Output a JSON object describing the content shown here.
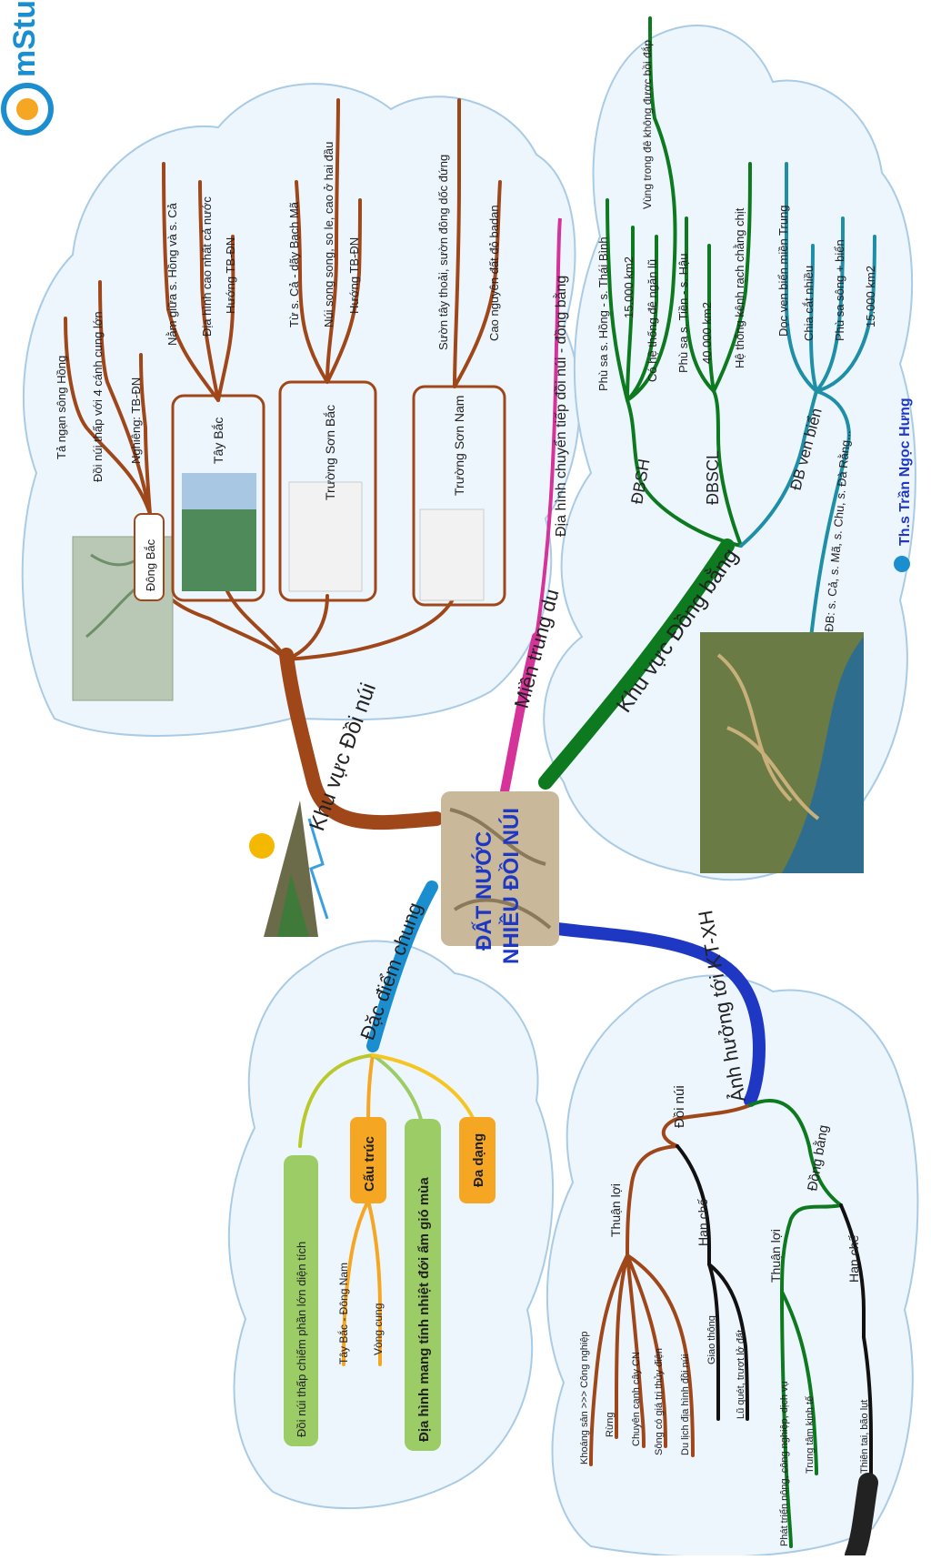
{
  "logo": {
    "text": "mStu"
  },
  "watermark": {
    "author": "Th.s Trần Ngọc Hưng"
  },
  "center": {
    "line1": "ĐẤT NƯỚC",
    "line2": "NHIỀU ĐỒI NÚI"
  },
  "branches": {
    "doi_nui": {
      "label": "Khu vực Đồi núi",
      "dong_bac": {
        "label": "Đông Bắc",
        "leaves": [
          "Tả ngạn sông Hồng",
          "Đồi núi thấp với 4 cánh cung lớn",
          "Nghiêng: TB-ĐN"
        ]
      },
      "tay_bac": {
        "label": "Tây Bắc",
        "leaves": [
          "Nằm giữa s. Hồng và s. Cả",
          "Địa hình cao nhất cả nước",
          "Hướng TB-ĐN"
        ]
      },
      "truong_son_bac": {
        "label": "Trường Sơn Bắc",
        "leaves": [
          "Từ s. Cả - dãy Bạch Mã",
          "Núi song song, so le, cao ở hai đầu",
          "Hướng TB-ĐN"
        ]
      },
      "truong_son_nam": {
        "label": "Trường Sơn Nam",
        "leaves": [
          "Sườn tây thoải, sườn đông dốc đứng",
          "Cao nguyên đất đỏ badan"
        ]
      }
    },
    "trung_du": {
      "label": "Miền trung du",
      "leaf": "Địa hình chuyển tiếp đồi núi - đồng bằng"
    },
    "dong_bang": {
      "label": "Khu vực Đồng bằng",
      "dbsh": {
        "label": "ĐBSH",
        "leaves": [
          "Phù sa s. Hồng - s. Thái Bình",
          "15.000 km2",
          "Có hệ thống đê ngăn lũ",
          "Vùng trong đê không được bồi đắp"
        ]
      },
      "dbscl": {
        "label": "ĐBSCL",
        "leaves": [
          "Phù sa s. Tiền - s. Hậu",
          "40.000 km2",
          "Hệ thống kênh rạch chằng chịt"
        ]
      },
      "ven_bien": {
        "label": "ĐB ven biển",
        "leaves": [
          "Dọc ven biển miền Trung",
          "Chia cắt nhiều",
          "Phù sa sông + biển",
          "15.000 km2",
          "ĐB: s. Cả, s. Mã, s. Chu, s. Đà Rằng..."
        ]
      }
    },
    "anh_huong": {
      "label": "Ảnh hưởng tới KT-XH",
      "doi_nui": {
        "label": "Đồi núi",
        "thuan_loi": {
          "label": "Thuận lợi",
          "leaves": [
            "Khoáng sản >>> Công nghiệp",
            "Rừng",
            "Chuyên canh cây CN",
            "Sông có giá trị thủy điện",
            "Du lịch địa hình đồi núi"
          ]
        },
        "han_che": {
          "label": "Hạn chế",
          "leaves": [
            "Giao thông",
            "Lũ quét, trượt lở đất"
          ]
        }
      },
      "dong_bang": {
        "label": "Đồng bằng",
        "thuan_loi": {
          "label": "Thuận lợi",
          "leaves": [
            "Phát triển nông, công nghiệp, dịch vụ",
            "Trung tâm kinh tế"
          ]
        },
        "han_che": {
          "label": "Hạn chế",
          "leaves": [
            "Thiên tai, bão lụt"
          ]
        }
      }
    },
    "dac_diem": {
      "label": "Đặc điểm chung",
      "box1": "Đồi núi thấp chiếm phần lớn diện tích",
      "cau_truc": {
        "label": "Cấu trúc",
        "leaves": [
          "Tây Bắc - Đông Nam",
          "Vòng cung"
        ]
      },
      "box3": "Địa hình mang tính nhiệt đới ẩm gió mùa",
      "da_dang": "Đa dạng"
    }
  },
  "colors": {
    "brown": "#a0471a",
    "magenta": "#d6339a",
    "green": "#0d7a1f",
    "blue": "#1f38c4",
    "skyblue": "#1b8ed0",
    "yellowgreen": "#b9c92c",
    "orange": "#f5a623",
    "boxgreen": "#9ccc65",
    "teal": "#1f8fa8",
    "cloud": "#eef6fd",
    "cloudstroke": "#a9cbe6"
  }
}
